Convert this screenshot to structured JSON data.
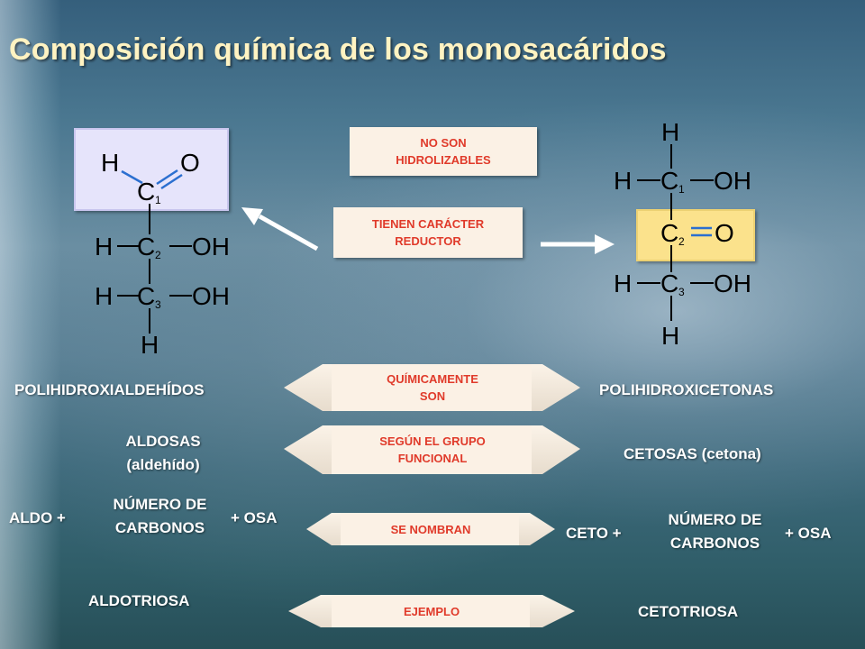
{
  "title": "Composición química de los monosacáridos",
  "boxes": {
    "no_hidrolizables": [
      "NO SON",
      "HIDROLIZABLES"
    ],
    "caracter_reductor": [
      "TIENEN CARÁCTER",
      "REDUCTOR"
    ],
    "quimicamente": [
      "QUÍMICAMENTE",
      "SON"
    ],
    "segun_grupo": [
      "SEGÚN EL GRUPO",
      "FUNCIONAL"
    ],
    "se_nombran": "SE NOMBRAN",
    "ejemplo": "EJEMPLO"
  },
  "left": {
    "polihidroxialdehidos": "POLIHIDROXIALDEHÍDOS",
    "aldosas": [
      "ALDOSAS",
      "(aldehído)"
    ],
    "aldo_prefix": "ALDO +",
    "numero_carbonos": [
      "NÚMERO DE",
      "CARBONOS"
    ],
    "osa_suffix": "+ OSA",
    "aldotriosa": "ALDOTRIOSA"
  },
  "right": {
    "polihidroxicetonas": "POLIHIDROXICETONAS",
    "cetosas": "CETOSAS (cetona)",
    "ceto_prefix": "CETO +",
    "numero_carbonos": [
      "NÚMERO DE",
      "CARBONOS"
    ],
    "osa_suffix": "+ OSA",
    "cetotriosa": "CETOTRIOSA"
  },
  "aldose_structure": {
    "top": [
      "H",
      "C",
      "1",
      "O"
    ],
    "c2": [
      "H",
      "C",
      "2",
      "OH"
    ],
    "c3": [
      "H",
      "C",
      "3",
      "OH"
    ],
    "bottom": "H"
  },
  "ketose_structure": {
    "top": "H",
    "c1": [
      "H",
      "C",
      "1",
      "OH"
    ],
    "c2": [
      "C",
      "2",
      "O"
    ],
    "c3": [
      "H",
      "C",
      "3",
      "OH"
    ],
    "bottom": "H"
  },
  "colors": {
    "title": "#fff3c2",
    "box_text": "#e03a2a",
    "box_bg": "#fbf1e5",
    "aldehyde_highlight": "#e6e4fb",
    "ketone_highlight": "#fbe28c"
  }
}
